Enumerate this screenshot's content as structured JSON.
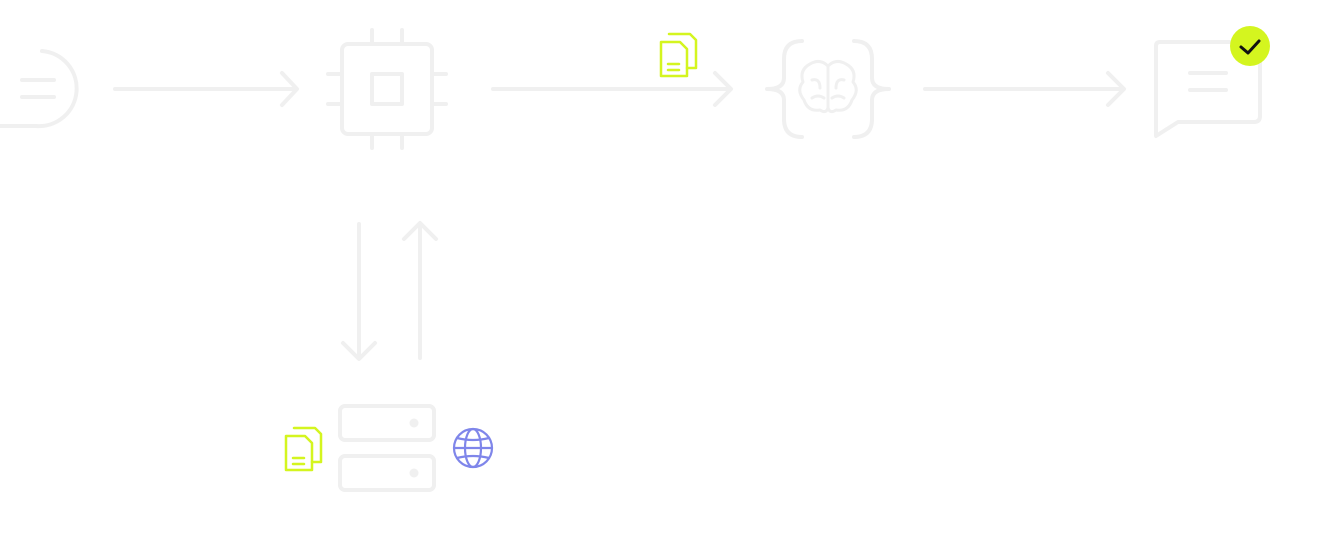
{
  "colors": {
    "faint": "#f0f0f0",
    "accent": "#d4f51f",
    "globe": "#7f86ea",
    "check_mark": "#111111",
    "background": "#ffffff"
  },
  "nodes": [
    {
      "id": "input",
      "icon": "message-circle-icon"
    },
    {
      "id": "processor",
      "icon": "cpu-chip-icon"
    },
    {
      "id": "model",
      "icon": "brain-braces-icon"
    },
    {
      "id": "output",
      "icon": "message-square-icon"
    },
    {
      "id": "storage",
      "icon": "server-icon"
    }
  ],
  "badges": [
    {
      "on": "processor-to-model-arrow",
      "icon": "documents-icon"
    },
    {
      "on": "output",
      "icon": "check-circle-icon"
    },
    {
      "on": "storage-left",
      "icon": "documents-icon"
    },
    {
      "on": "storage-right",
      "icon": "globe-icon"
    }
  ],
  "connections": [
    {
      "from": "input",
      "to": "processor",
      "direction": "right"
    },
    {
      "from": "processor",
      "to": "model",
      "direction": "right"
    },
    {
      "from": "model",
      "to": "output",
      "direction": "right"
    },
    {
      "from": "processor",
      "to": "storage",
      "direction": "down"
    },
    {
      "from": "storage",
      "to": "processor",
      "direction": "up"
    }
  ]
}
